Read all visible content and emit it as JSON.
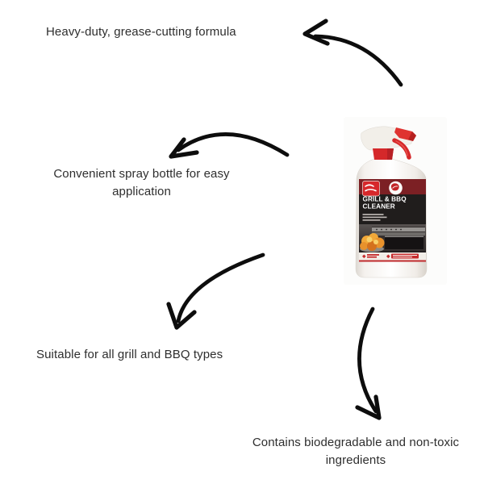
{
  "canvas": {
    "background": "#ffffff",
    "arrow_color": "#0d0d0d",
    "text_color": "#2e2e2e"
  },
  "features": [
    {
      "id": "formula",
      "text": "Heavy-duty, grease-cutting formula"
    },
    {
      "id": "spray-bottle",
      "text": "Convenient spray bottle for easy\napplication"
    },
    {
      "id": "compatibility",
      "text": "Suitable for all grill and BBQ types"
    },
    {
      "id": "ingredients",
      "text": "Contains biodegradable and non-toxic\ningredients"
    }
  ],
  "product": {
    "label": {
      "title_line1": "GRILL & BBQ",
      "title_line2": "CLEANER",
      "band_maroon": "#7c2024",
      "band_black": "#201d1c",
      "accent_red": "#d7282b",
      "bottle_white": "#f5f2ee"
    }
  }
}
